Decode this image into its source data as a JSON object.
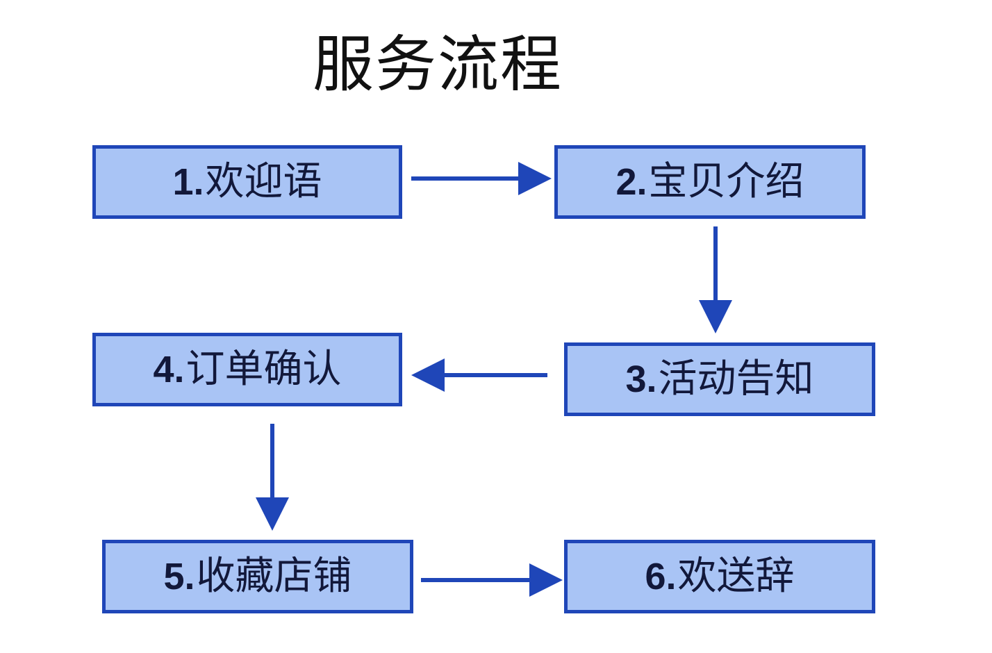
{
  "title": "服务流程",
  "colors": {
    "box_fill": "#a9c4f5",
    "box_border": "#1f46b8",
    "arrow": "#1f46b8",
    "text": "#12183a"
  },
  "steps": [
    {
      "num": "1.",
      "label": "欢迎语"
    },
    {
      "num": "2.",
      "label": "宝贝介绍"
    },
    {
      "num": "3.",
      "label": "活动告知"
    },
    {
      "num": "4.",
      "label": "订单确认"
    },
    {
      "num": "5.",
      "label": "收藏店铺"
    },
    {
      "num": "6.",
      "label": "欢送辞"
    }
  ],
  "flow": [
    {
      "from": 1,
      "to": 2,
      "direction": "right"
    },
    {
      "from": 2,
      "to": 3,
      "direction": "down"
    },
    {
      "from": 3,
      "to": 4,
      "direction": "left"
    },
    {
      "from": 4,
      "to": 5,
      "direction": "down"
    },
    {
      "from": 5,
      "to": 6,
      "direction": "right"
    }
  ]
}
